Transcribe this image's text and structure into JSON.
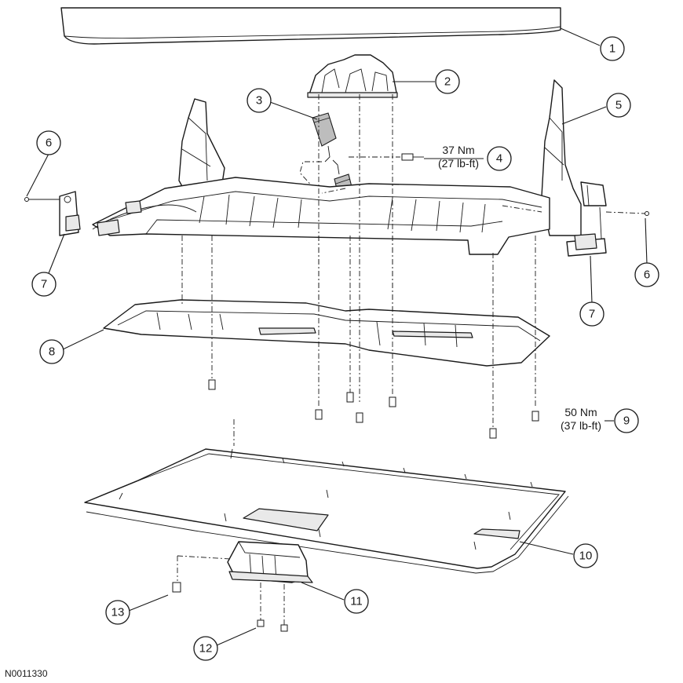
{
  "figure_id": "N0011330",
  "callouts": [
    {
      "id": "1",
      "label": "1"
    },
    {
      "id": "2",
      "label": "2"
    },
    {
      "id": "3",
      "label": "3"
    },
    {
      "id": "4",
      "label": "4"
    },
    {
      "id": "5",
      "label": "5"
    },
    {
      "id": "6a",
      "label": "6"
    },
    {
      "id": "6b",
      "label": "6"
    },
    {
      "id": "7a",
      "label": "7"
    },
    {
      "id": "7b",
      "label": "7"
    },
    {
      "id": "8",
      "label": "8"
    },
    {
      "id": "9",
      "label": "9"
    },
    {
      "id": "10",
      "label": "10"
    },
    {
      "id": "11",
      "label": "11"
    },
    {
      "id": "12",
      "label": "12"
    },
    {
      "id": "13",
      "label": "13"
    }
  ],
  "torque_specs": {
    "item4": {
      "metric": "37 Nm",
      "imperial": "(27 lb-ft)"
    },
    "item9": {
      "metric": "50 Nm",
      "imperial": "(37 lb-ft)"
    }
  }
}
